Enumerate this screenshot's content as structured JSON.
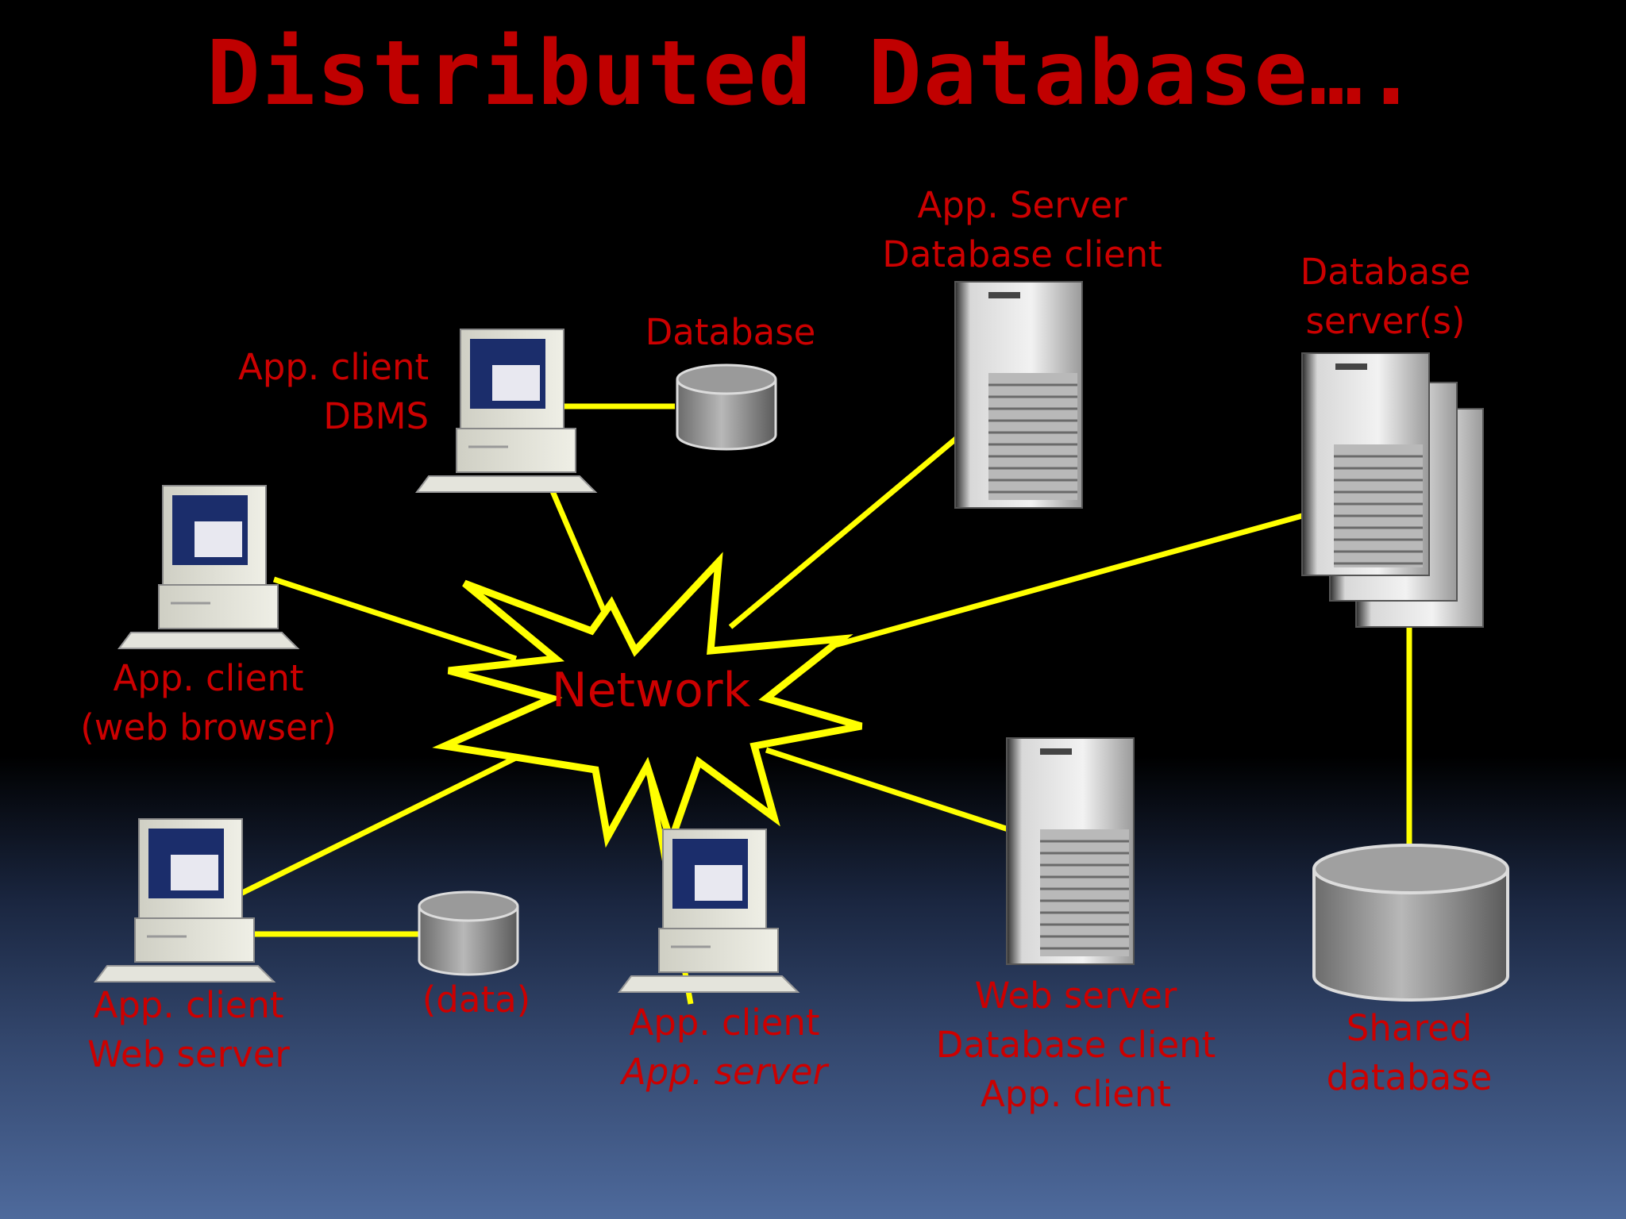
{
  "title": "Distributed Database….",
  "network_label": "Network",
  "nodes": {
    "app_client_dbms": [
      "App. client",
      "DBMS"
    ],
    "database": [
      "Database"
    ],
    "app_server": [
      "App. Server",
      "Database client"
    ],
    "db_servers": [
      "Database",
      "server(s)"
    ],
    "app_client_web": [
      "App. client",
      "(web browser)"
    ],
    "app_client_webserver": [
      "App. client",
      "Web server"
    ],
    "data": [
      "(data)"
    ],
    "app_client_appserver": [
      "App. client",
      "App. server"
    ],
    "web_server": [
      "Web server",
      "Database client",
      "App. client"
    ],
    "shared_db": [
      "Shared",
      "database"
    ]
  },
  "colors": {
    "title": "#c00000",
    "label": "#cc0000",
    "link": "#ffff00",
    "burst_fill": "#000000",
    "burst_stroke": "#ffff00"
  }
}
